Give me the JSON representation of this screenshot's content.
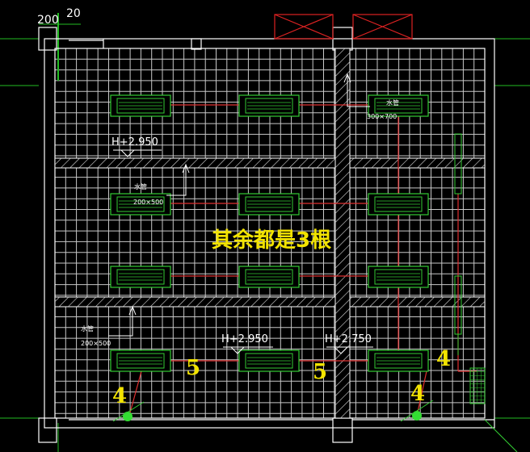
{
  "drawing": {
    "dims": {
      "left": "200",
      "right": "20"
    },
    "elevations": {
      "top_left": "H+2.950",
      "bottom_middle": "H+2.950",
      "bottom_right": "H+2.750"
    },
    "vents": {
      "top_right": {
        "label": "水管",
        "size": "300×700"
      },
      "mid_left": {
        "label": "水管",
        "size": "200×500"
      },
      "bottom_left": {
        "label": "水管",
        "size": "200×500"
      }
    },
    "note": "其余都是3根",
    "counts": {
      "left_corner": "4",
      "mid_left": "5",
      "mid_right": "5",
      "right_bottom": "4",
      "right_upper": "4"
    },
    "colors": {
      "background": "#000000",
      "grid": "#c8c8c8",
      "walls": "#ffffff",
      "fixtures": "#33cc33",
      "pipes": "#e03030",
      "annotation": "#f2e300"
    }
  }
}
